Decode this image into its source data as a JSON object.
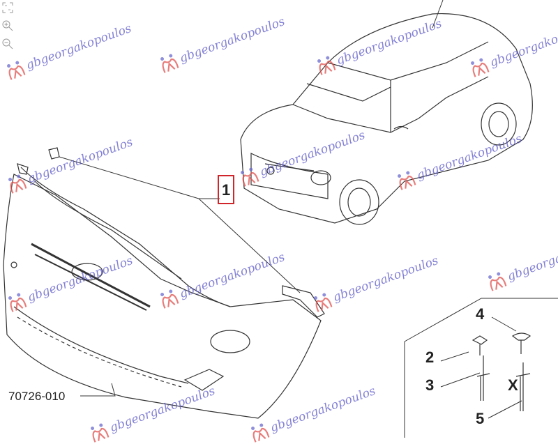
{
  "viewer": {
    "controls": [
      {
        "name": "fit-to-screen-icon"
      },
      {
        "name": "zoom-in-icon"
      },
      {
        "name": "zoom-out-icon"
      }
    ]
  },
  "diagram": {
    "callouts": {
      "part_1": "1",
      "part_2": "2",
      "part_3": "3",
      "part_4": "4",
      "part_5": "5",
      "part_x": "X",
      "part_number": "70726-010"
    },
    "highlight_color": "#d0262b",
    "line_color": "#333333"
  },
  "watermark": {
    "text": "gbgeorgakopoulos",
    "text_color": "#5b58c8",
    "logo_color": "#e0524f"
  }
}
